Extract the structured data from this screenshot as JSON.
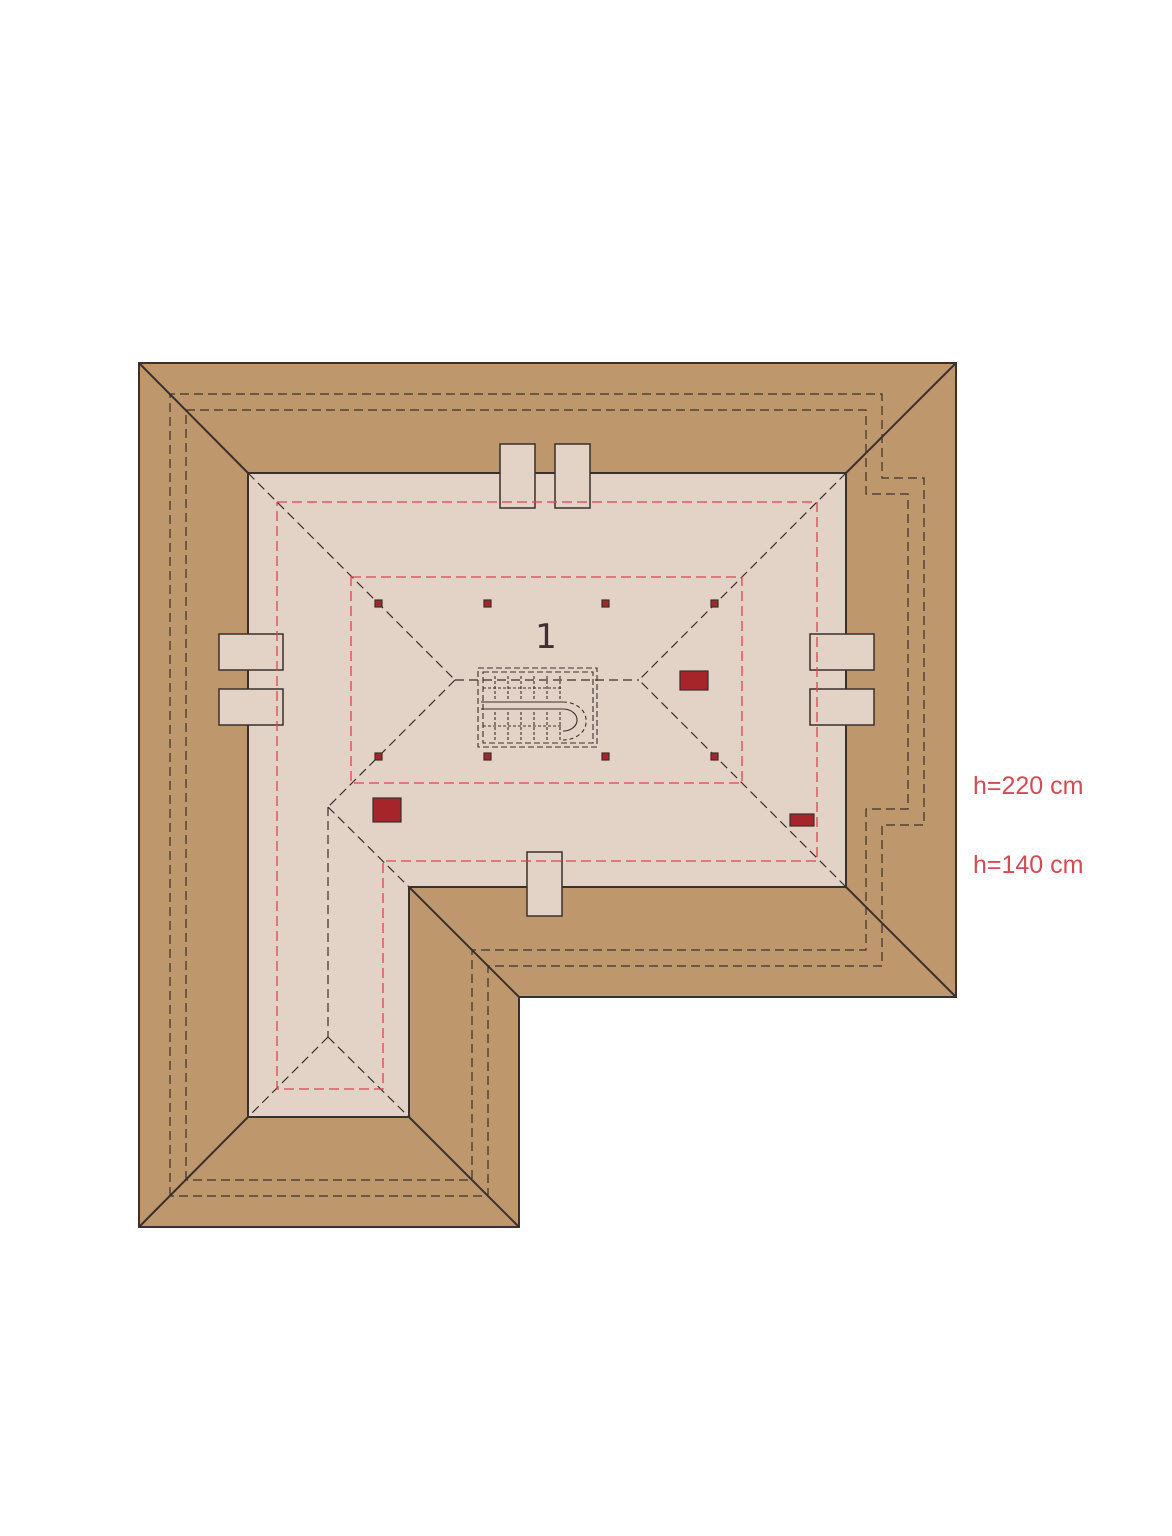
{
  "room_number": "1",
  "legend": {
    "h220": "h=220 cm",
    "h140": "h=140 cm"
  },
  "colors": {
    "roof": "#bf976d",
    "floor": "#e3d3c7",
    "outline": "#3a302c",
    "dashed_red": "#e0434f",
    "chimney": "#a5252b",
    "label_red": "#d64a55",
    "background": "#ffffff"
  }
}
